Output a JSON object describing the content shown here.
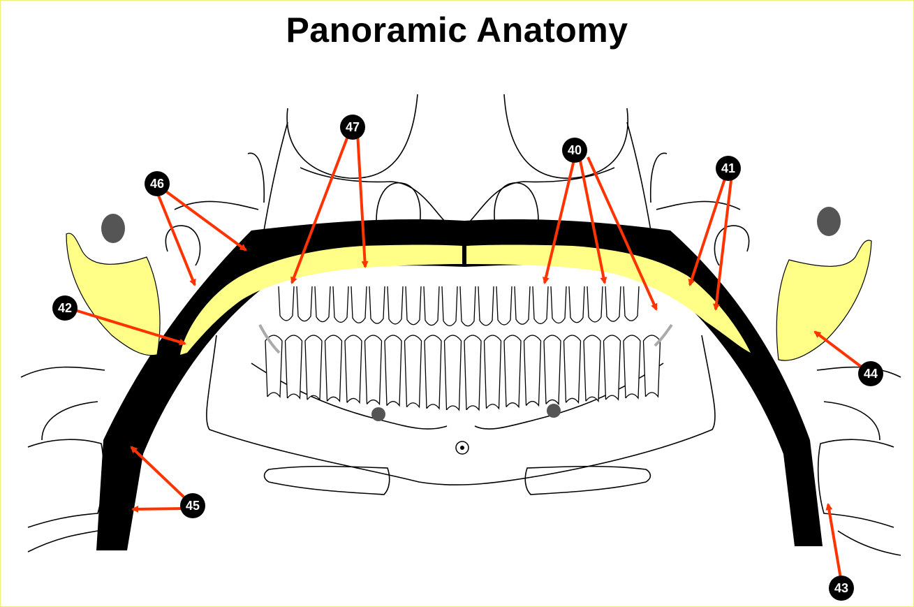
{
  "title": "Panoramic Anatomy",
  "colors": {
    "airway_black": "#000000",
    "tongue_yellow": "#ffff88",
    "arrow_red": "#ff3300",
    "outline": "#000000",
    "spot_gray": "#555555",
    "page_border": "#f2ee7a"
  },
  "callouts": [
    {
      "id": "c40",
      "label": "40"
    },
    {
      "id": "c41",
      "label": "41"
    },
    {
      "id": "c42",
      "label": "42"
    },
    {
      "id": "c43",
      "label": "43"
    },
    {
      "id": "c44",
      "label": "44"
    },
    {
      "id": "c45",
      "label": "45"
    },
    {
      "id": "c46",
      "label": "46"
    },
    {
      "id": "c47",
      "label": "47"
    }
  ]
}
